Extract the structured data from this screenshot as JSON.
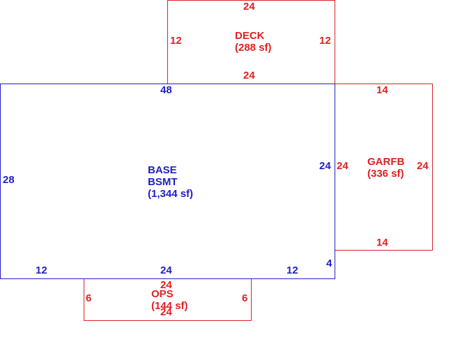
{
  "colors": {
    "base": "#2020c8",
    "addition": "#e02020"
  },
  "areas": {
    "base": {
      "name": "BASE",
      "subname": "BSMT",
      "area": "(1,344 sf)"
    },
    "deck": {
      "name": "DECK",
      "area": "(288 sf)"
    },
    "garfb": {
      "name": "GARFB",
      "area": "(336 sf)"
    },
    "ops": {
      "name": "OPS",
      "area": "(144 sf)"
    }
  },
  "dimensions": {
    "deck_top": "24",
    "deck_left": "12",
    "deck_right": "12",
    "deck_bottom": "24",
    "base_top": "48",
    "base_left": "28",
    "base_right": "24",
    "base_right_jog": "4",
    "base_bottom_left": "12",
    "base_bottom_mid": "24",
    "base_bottom_right": "12",
    "garfb_top": "14",
    "garfb_left": "24",
    "garfb_right": "24",
    "garfb_bottom": "14",
    "ops_top": "24",
    "ops_left": "6",
    "ops_right": "6",
    "ops_bottom": "24"
  }
}
